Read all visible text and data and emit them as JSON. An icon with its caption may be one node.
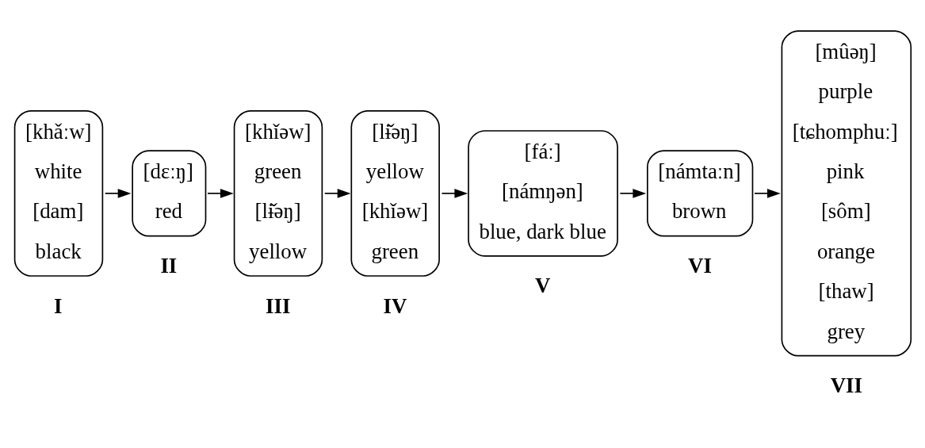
{
  "diagram": {
    "nodes": [
      {
        "text": [
          "[khǎːw]",
          "white",
          "[dam]",
          "black"
        ],
        "beside": [
          "I"
        ]
      },
      {
        "text": [
          "[dɛːŋ]",
          "red"
        ],
        "beside": [
          "II"
        ]
      },
      {
        "text": [
          "[khǐəw]",
          "green",
          "[lɨ̌əŋ]",
          "yellow"
        ],
        "beside": [
          "III"
        ]
      },
      {
        "text": [
          "[lɨ̌əŋ]",
          "yellow",
          "[khǐəw]",
          "green"
        ],
        "beside": [
          "IV"
        ]
      },
      {
        "text": [
          "[fáː]",
          "[námŋən]",
          "blue, dark blue"
        ],
        "beside": [
          "V"
        ]
      },
      {
        "text": [
          "[námtaːn]",
          "brown"
        ],
        "beside": [
          "VI"
        ]
      },
      {
        "text": [
          "[mûəŋ]",
          "purple",
          "[tɕhomphuː]",
          "pink",
          "[sôm]",
          "orange",
          "[thaw]",
          "grey"
        ],
        "beside": [
          "VII"
        ]
      }
    ],
    "edges": [
      {
        "from": 0,
        "to": 1,
        "arrow": "to"
      },
      {
        "from": 1,
        "to": 2,
        "arrow": "to"
      },
      {
        "from": 2,
        "to": 3,
        "arrow": "to"
      },
      {
        "from": 3,
        "to": 4,
        "arrow": "to"
      },
      {
        "from": 4,
        "to": 5,
        "arrow": "to"
      },
      {
        "from": 5,
        "to": 6,
        "arrow": "to"
      }
    ]
  }
}
